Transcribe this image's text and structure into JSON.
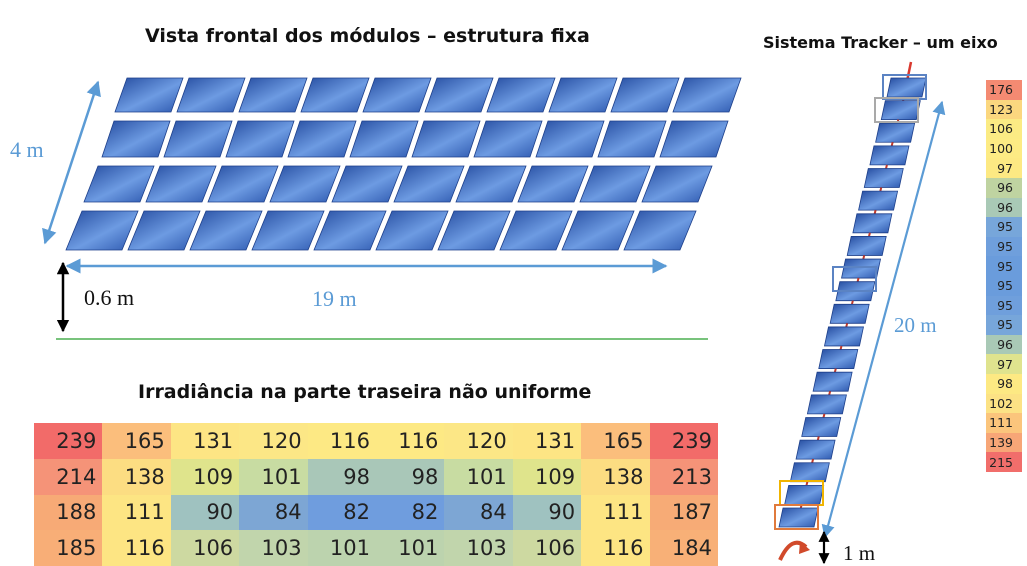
{
  "fixed": {
    "title": "Vista frontal dos módulos – estrutura fixa",
    "width_label": "4 m",
    "length_label": "19 m",
    "height_label": "0.6 m"
  },
  "tracker": {
    "title": "Sistema Tracker – um eixo",
    "length_label": "20 m",
    "height_label": "1 m",
    "scale_values": [
      "176",
      "123",
      "106",
      "100",
      "97",
      "96",
      "96",
      "95",
      "95",
      "95",
      "95",
      "95",
      "95",
      "96",
      "97",
      "98",
      "102",
      "111",
      "139",
      "215"
    ],
    "scale_colors": [
      "#f48a72",
      "#fbd77f",
      "#fbeb84",
      "#fdeb84",
      "#fde983",
      "#bfd3a1",
      "#a9c9b6",
      "#77a6da",
      "#6f9fdc",
      "#6a9cdc",
      "#6a9cdc",
      "#6f9fdc",
      "#77a6da",
      "#a9c9b6",
      "#dfe38e",
      "#fde983",
      "#fce285",
      "#fbc57c",
      "#f7a677",
      "#f16e6b"
    ]
  },
  "rear": {
    "title": "Irradiância na parte traseira não uniforme",
    "rows": [
      [
        "239",
        "165",
        "131",
        "120",
        "116",
        "116",
        "120",
        "131",
        "165",
        "239"
      ],
      [
        "214",
        "138",
        "109",
        "101",
        "98",
        "98",
        "101",
        "109",
        "138",
        "213"
      ],
      [
        "188",
        "111",
        "90",
        "84",
        "82",
        "82",
        "84",
        "90",
        "111",
        "187"
      ],
      [
        "185",
        "116",
        "106",
        "103",
        "101",
        "101",
        "103",
        "106",
        "116",
        "184"
      ]
    ],
    "colors": [
      [
        "#f26b69",
        "#fbbe7c",
        "#fde584",
        "#fce786",
        "#fde984",
        "#fde984",
        "#fce786",
        "#fde584",
        "#fbbe7c",
        "#f26b69"
      ],
      [
        "#f59378",
        "#fcdd82",
        "#dfe48c",
        "#c8dca2",
        "#a9c7b8",
        "#a9c7b8",
        "#c8dca2",
        "#dfe48c",
        "#fcdd82",
        "#f59378"
      ],
      [
        "#f7aa76",
        "#fde583",
        "#9fc2c0",
        "#7da6d4",
        "#6f9dde",
        "#6f9dde",
        "#7da6d4",
        "#9fc2c0",
        "#fde583",
        "#f7ab76"
      ],
      [
        "#f8ae77",
        "#fde583",
        "#cdd9a1",
        "#c1d5ac",
        "#bcd3ae",
        "#bcd3ae",
        "#c1d5ac",
        "#cdd9a1",
        "#fde583",
        "#f8b077"
      ]
    ]
  },
  "colors": {
    "dimension_arrow": "#5b9bd5",
    "panel_dark": "#2a4fa3",
    "panel_light": "#6d9be2",
    "ground_line": "#4caf50",
    "dim_text": "#5b9bd5"
  }
}
